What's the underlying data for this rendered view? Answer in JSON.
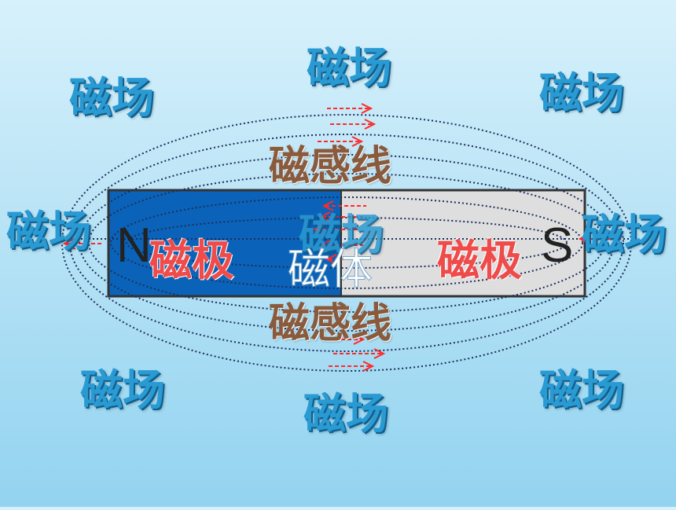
{
  "diagram": {
    "field_label": "磁场",
    "field_line_label": "磁感线",
    "pole_label": "磁极",
    "magnet_label": "磁体",
    "north_letter": "N",
    "south_letter": "S",
    "colors": {
      "north_half": "#0a63b8",
      "south_half": "#dedede",
      "field_text": "#2a9ad3",
      "line_text": "#8a5a3c",
      "pole_text": "#ee4b4b",
      "arrow": "#ff2a2a",
      "field_line": "#1d2e5c"
    }
  }
}
